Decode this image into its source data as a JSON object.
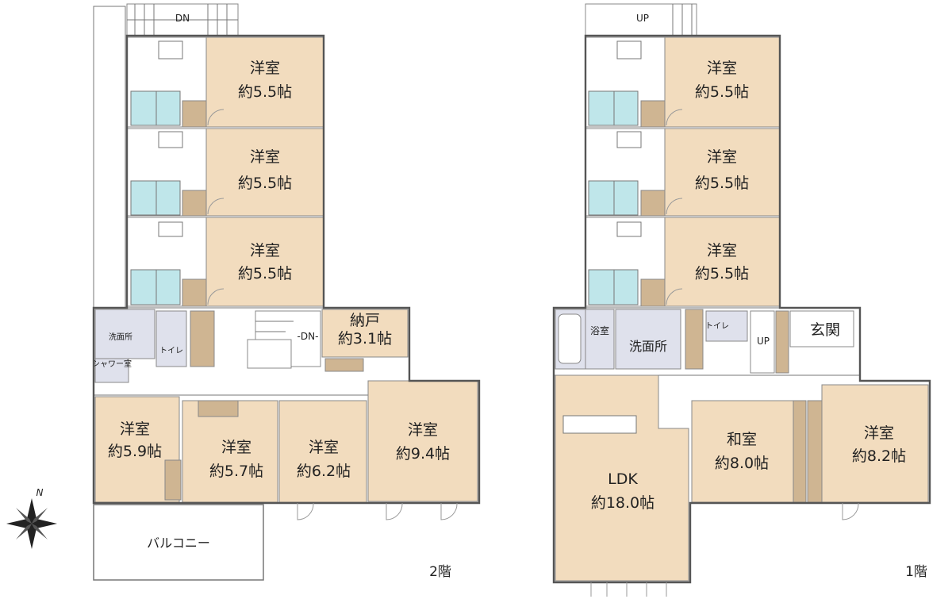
{
  "colors": {
    "room_fill": "#f2dcbe",
    "wet_fill": "#dfe1ec",
    "closet_fill": "#cfb592",
    "bath_fill": "#bfe6ea",
    "wall": "#555555"
  },
  "floor2": {
    "label": "2階",
    "stairs_down": "DN",
    "stair_hall_dn": "-DN-",
    "rooms": {
      "r1": {
        "name": "洋室",
        "size": "約5.5帖"
      },
      "r2": {
        "name": "洋室",
        "size": "約5.5帖"
      },
      "r3": {
        "name": "洋室",
        "size": "約5.5帖"
      },
      "storage": {
        "name": "納戸",
        "size": "約3.1帖"
      },
      "r59": {
        "name": "洋室",
        "size": "約5.9帖"
      },
      "r57": {
        "name": "洋室",
        "size": "約5.7帖"
      },
      "r62": {
        "name": "洋室",
        "size": "約6.2帖"
      },
      "r94": {
        "name": "洋室",
        "size": "約9.4帖"
      }
    },
    "washroom": "洗面所",
    "toilet": "トイレ",
    "shower": "シャワー室",
    "balcony": "バルコニー"
  },
  "floor1": {
    "label": "1階",
    "stairs_up": "UP",
    "hall_up": "UP",
    "rooms": {
      "r1": {
        "name": "洋室",
        "size": "約5.5帖"
      },
      "r2": {
        "name": "洋室",
        "size": "約5.5帖"
      },
      "r3": {
        "name": "洋室",
        "size": "約5.5帖"
      },
      "ldk": {
        "name": "LDK",
        "size": "約18.0帖"
      },
      "washitsu": {
        "name": "和室",
        "size": "約8.0帖"
      },
      "r82": {
        "name": "洋室",
        "size": "約8.2帖"
      }
    },
    "bath": "浴室",
    "washroom": "洗面所",
    "toilet": "トイレ",
    "entrance": "玄関"
  },
  "compass": {
    "north": "N"
  }
}
